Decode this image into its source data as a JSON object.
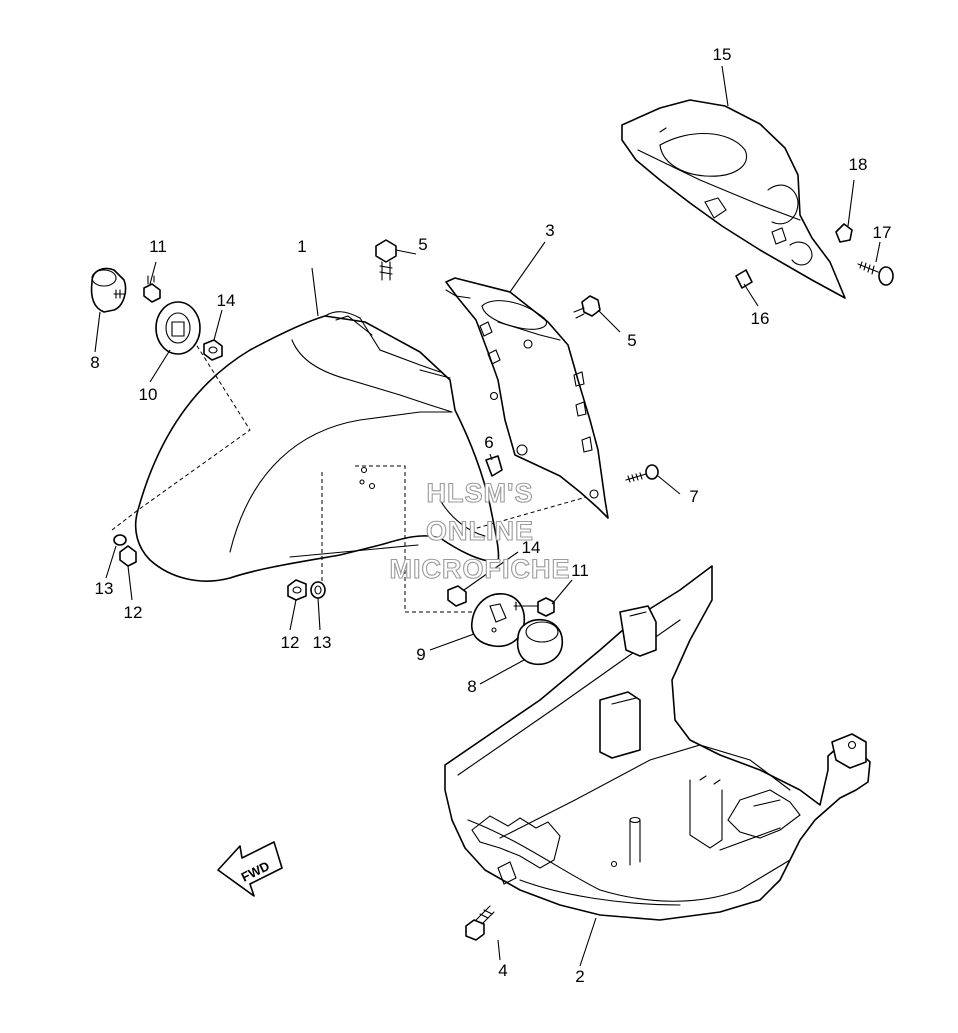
{
  "diagram": {
    "callouts": [
      {
        "id": "1",
        "label": "1"
      },
      {
        "id": "2",
        "label": "2"
      },
      {
        "id": "3",
        "label": "3"
      },
      {
        "id": "4",
        "label": "4"
      },
      {
        "id": "5a",
        "label": "5"
      },
      {
        "id": "5b",
        "label": "5"
      },
      {
        "id": "6",
        "label": "6"
      },
      {
        "id": "7",
        "label": "7"
      },
      {
        "id": "8a",
        "label": "8"
      },
      {
        "id": "8b",
        "label": "8"
      },
      {
        "id": "9",
        "label": "9"
      },
      {
        "id": "10",
        "label": "10"
      },
      {
        "id": "11a",
        "label": "11"
      },
      {
        "id": "11b",
        "label": "11"
      },
      {
        "id": "12a",
        "label": "12"
      },
      {
        "id": "12b",
        "label": "12"
      },
      {
        "id": "13a",
        "label": "13"
      },
      {
        "id": "13b",
        "label": "13"
      },
      {
        "id": "14a",
        "label": "14"
      },
      {
        "id": "14b",
        "label": "14"
      },
      {
        "id": "15",
        "label": "15"
      },
      {
        "id": "16",
        "label": "16"
      },
      {
        "id": "17",
        "label": "17"
      },
      {
        "id": "18",
        "label": "18"
      }
    ],
    "fwd_label": "FWD",
    "watermark_lines": [
      "HLSM'S",
      "ONLINE",
      "MICROFICHE"
    ],
    "colors": {
      "line": "#000000",
      "background": "#ffffff",
      "watermark_outline": "#9a9a9a"
    }
  }
}
